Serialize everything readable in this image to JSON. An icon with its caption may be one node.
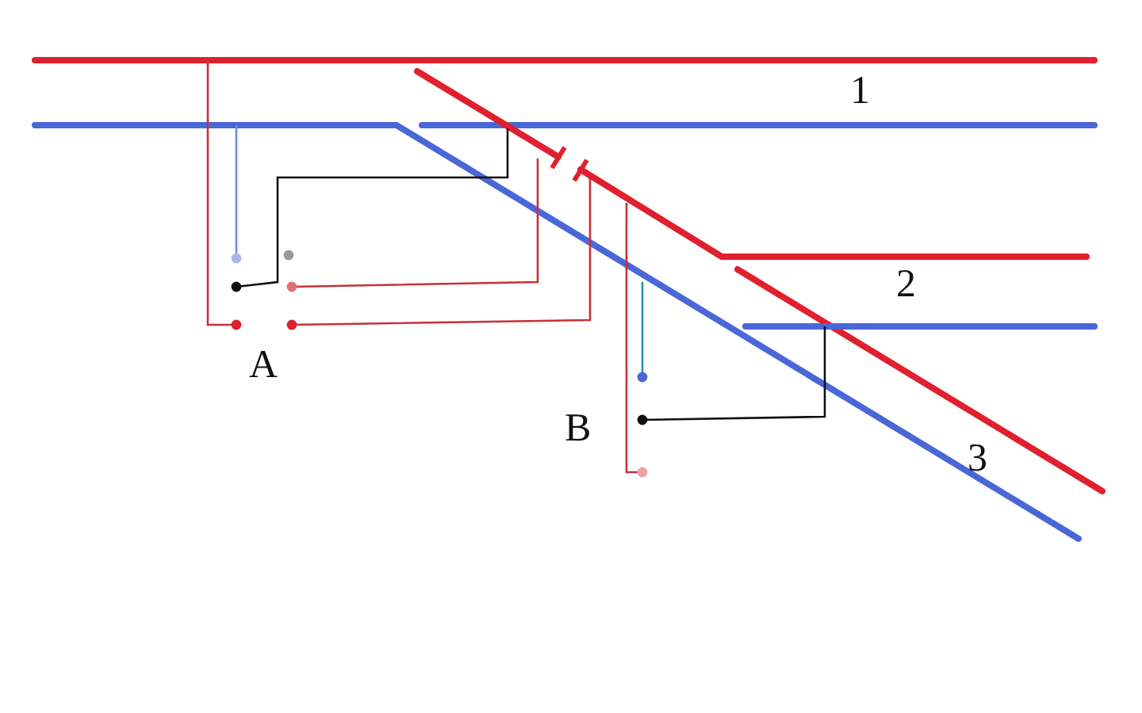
{
  "diagram": {
    "labels": [
      "1",
      "2",
      "A",
      "B",
      "3"
    ]
  }
}
